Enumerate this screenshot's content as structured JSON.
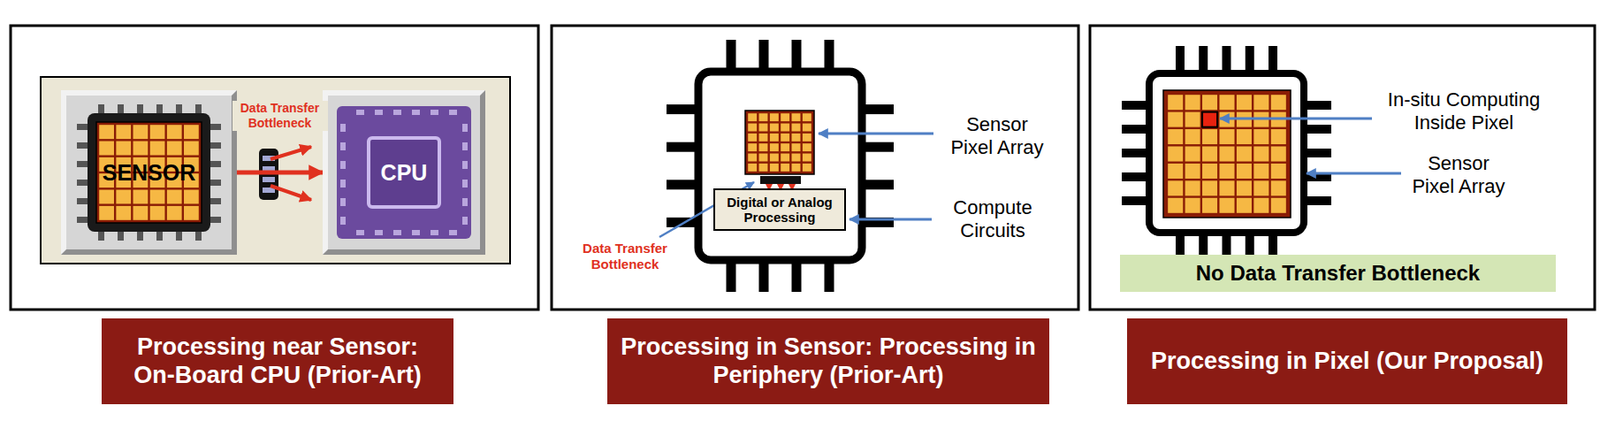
{
  "diagram": {
    "nodes": [
      {
        "text": [
          "SENSOR"
        ]
      },
      {
        "text": [
          "CPU"
        ]
      },
      {
        "text": [
          "Digital or Analog Processing"
        ]
      },
      {
        "text": [
          "No Data Transfer Bottleneck"
        ]
      },
      {
        "text": [
          "Processing near Sensor: On-Board CPU (Prior-Art)"
        ]
      },
      {
        "text": [
          "Processing in Sensor: Processing in Periphery (Prior-Art)"
        ]
      },
      {
        "text": [
          "Processing in Pixel (Our Proposal)"
        ]
      }
    ],
    "edges": [
      {
        "from": 0,
        "to": 1,
        "arrow": "to",
        "label": "Data Transfer Bottleneck"
      }
    ],
    "labels": [
      "Sensor Pixel Array",
      "Compute Circuits",
      "Data Transfer Bottleneck",
      "In-situ Computing Inside Pixel",
      "Sensor Pixel Array"
    ]
  }
}
